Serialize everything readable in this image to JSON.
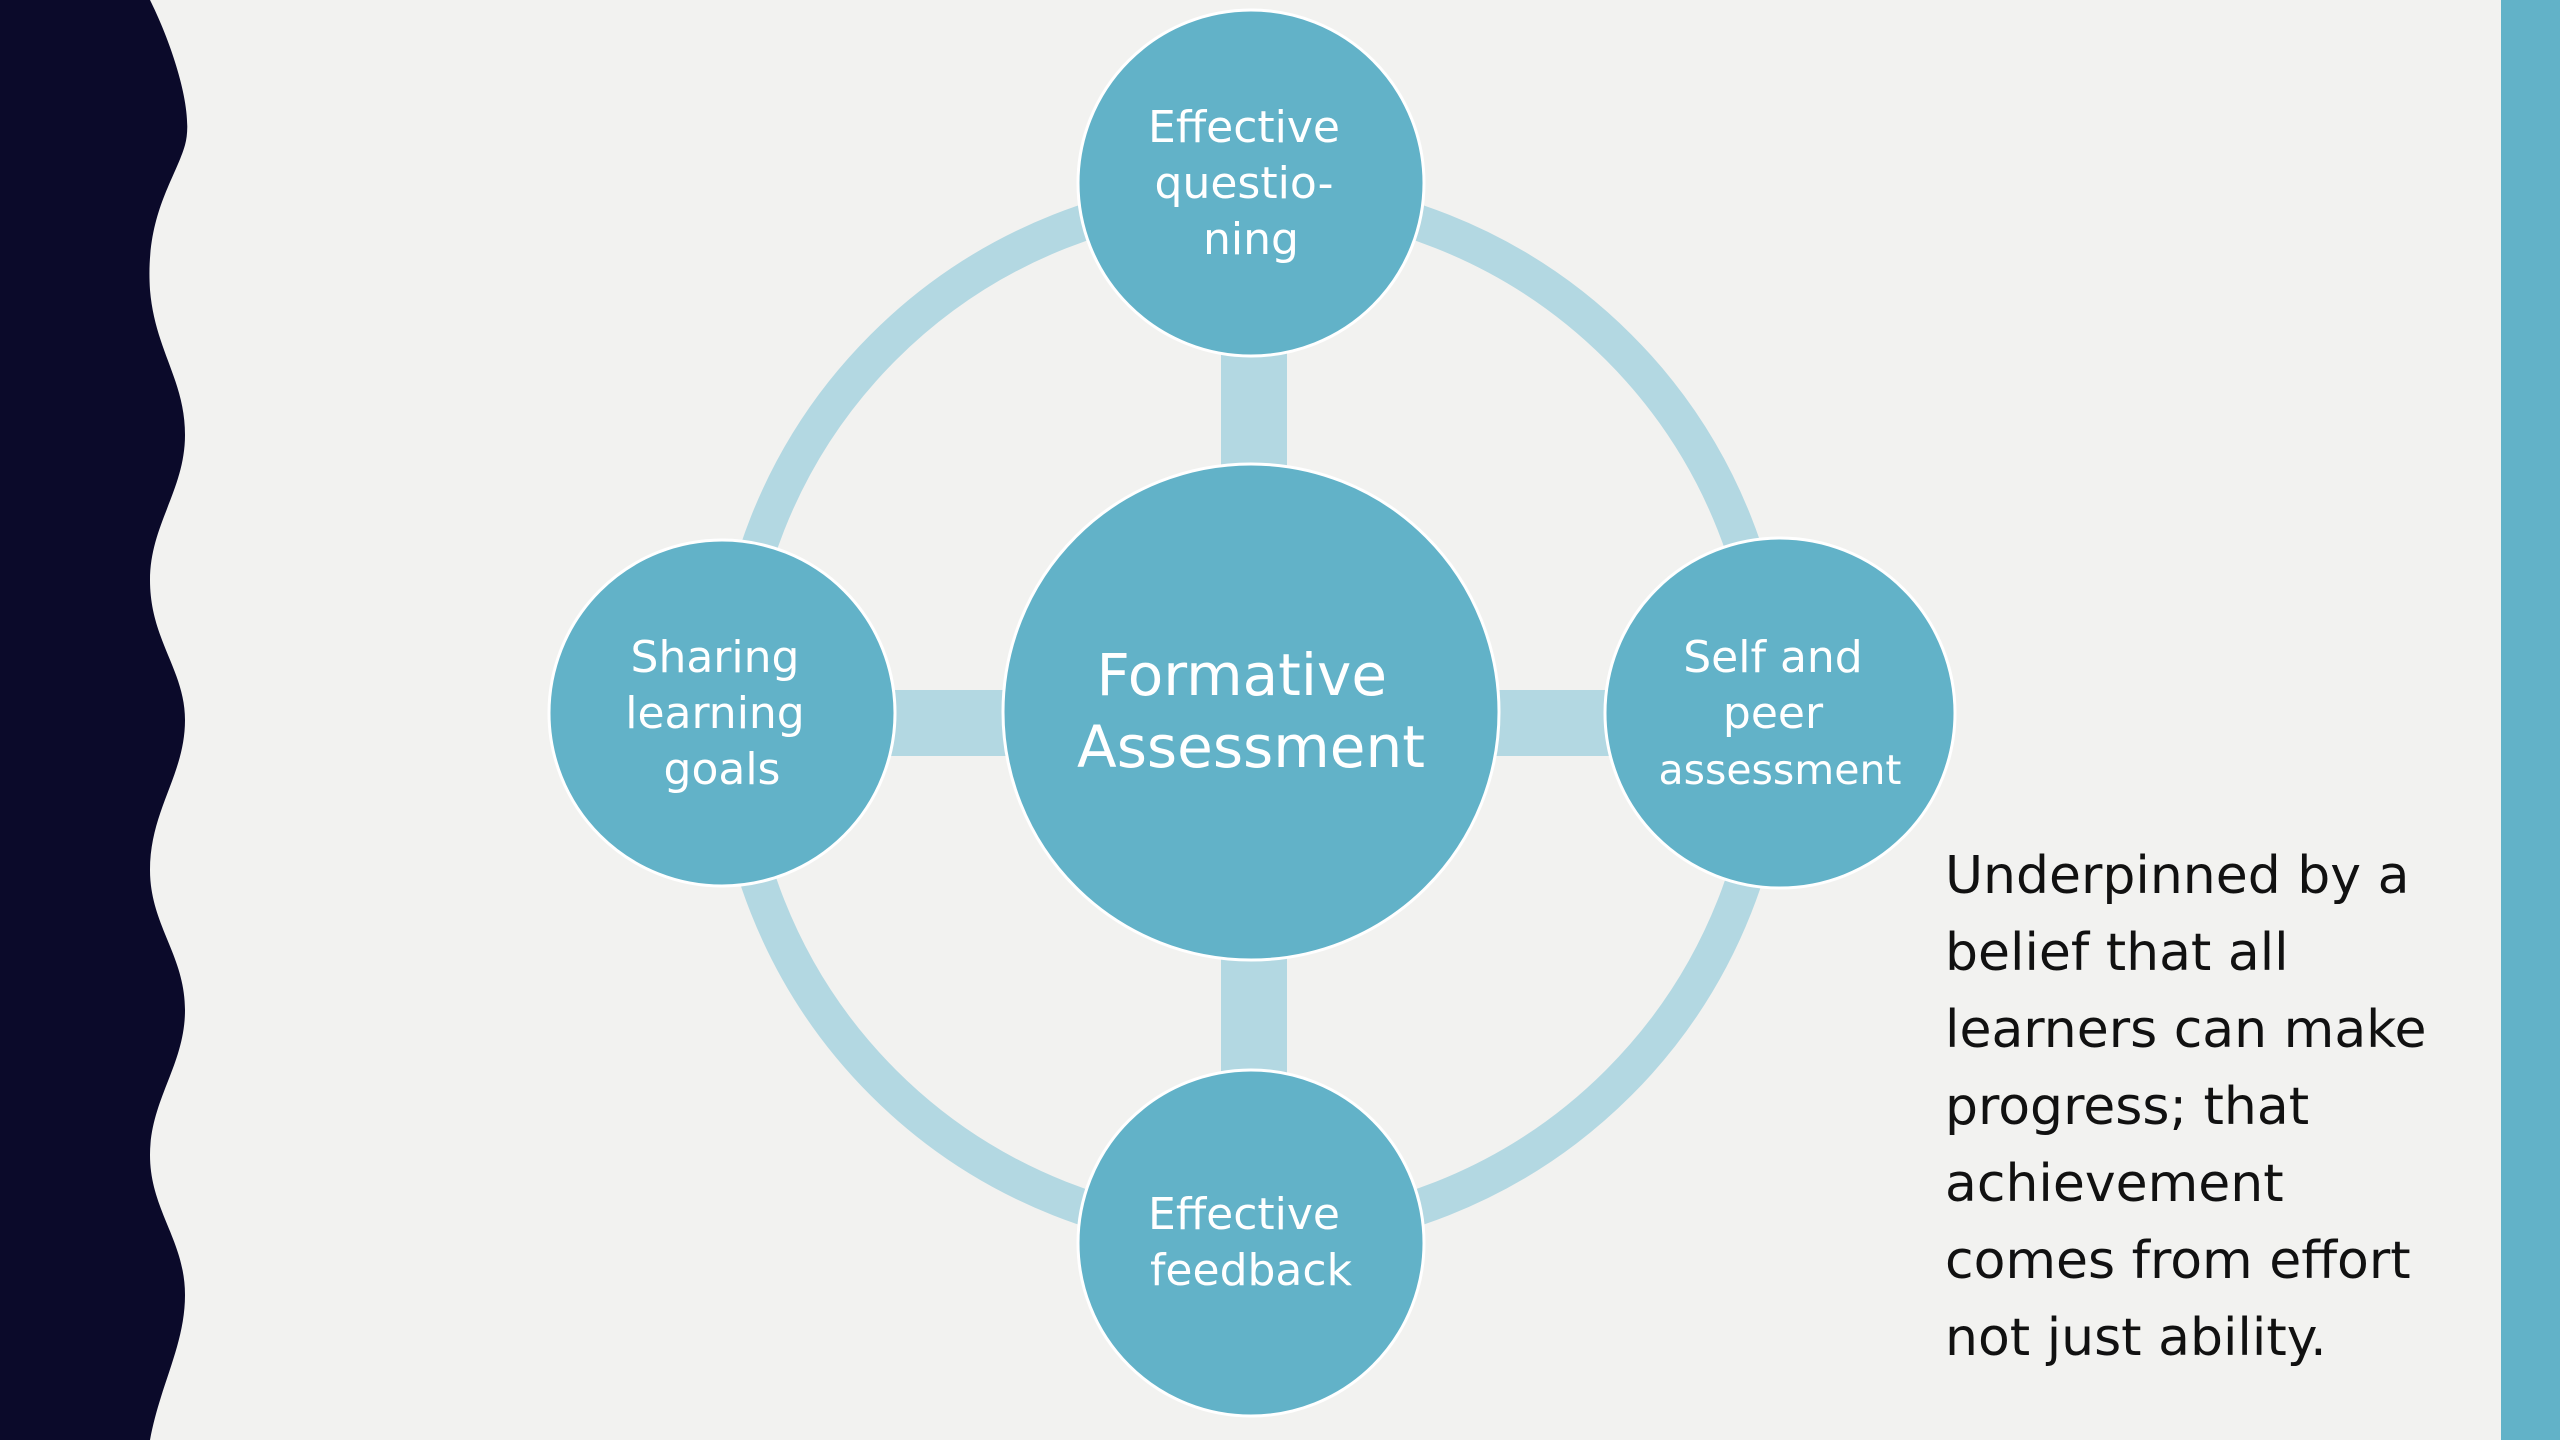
{
  "diagram": {
    "center": {
      "lines": [
        "Formative",
        "Assessment"
      ]
    },
    "nodes": {
      "top": {
        "lines": [
          "Effective",
          "questio-",
          "ning"
        ]
      },
      "left": {
        "lines": [
          "Sharing",
          "learning",
          "goals"
        ]
      },
      "right": {
        "lines": [
          "Self and",
          "peer",
          "assessment"
        ]
      },
      "bottom": {
        "lines": [
          "Effective",
          "feedback"
        ]
      }
    }
  },
  "note": {
    "lines": [
      "Underpinned by a",
      "belief that all",
      "learners can make",
      "progress; that",
      "achievement",
      "comes from effort",
      "not just ability."
    ]
  },
  "colors": {
    "background": "#f2f2f0",
    "left_band": "#0b0a2a",
    "right_band": "#62b2c8",
    "node_fill": "#62b2c8",
    "ring_and_connectors": "#b3d8e2"
  }
}
